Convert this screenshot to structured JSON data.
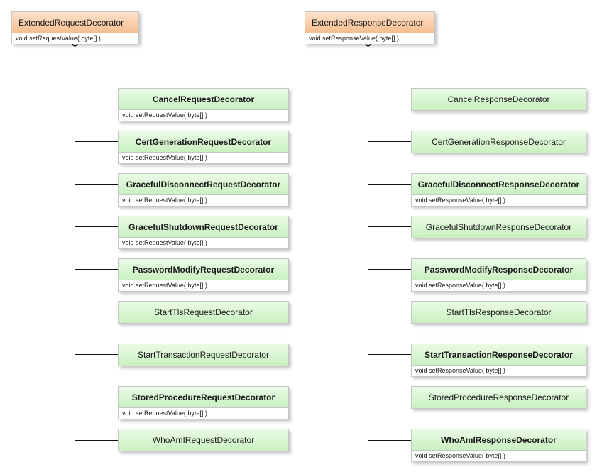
{
  "diagram": {
    "groups": [
      {
        "parent": {
          "name": "ExtendedRequestDecorator",
          "method": "void setRequestValue( byte[] )"
        },
        "children": [
          {
            "name": "CancelRequestDecorator",
            "method": "void setRequestValue( byte[] )"
          },
          {
            "name": "CertGenerationRequestDecorator",
            "method": "void setRequestValue( byte[] )"
          },
          {
            "name": "GracefulDisconnectRequestDecorator",
            "method": "void setRequestValue( byte[] )"
          },
          {
            "name": "GracefulShutdownRequestDecorator",
            "method": "void setRequestValue( byte[] )"
          },
          {
            "name": "PasswordModifyRequestDecorator",
            "method": "void setRequestValue( byte[] )"
          },
          {
            "name": "StartTlsRequestDecorator",
            "method": ""
          },
          {
            "name": "StartTransactionRequestDecorator",
            "method": ""
          },
          {
            "name": "StoredProcedureRequestDecorator",
            "method": "void setRequestValue( byte[] )"
          },
          {
            "name": "WhoAmIRequestDecorator",
            "method": ""
          }
        ]
      },
      {
        "parent": {
          "name": "ExtendedResponseDecorator",
          "method": "void setResponseValue( byte[] )"
        },
        "children": [
          {
            "name": "CancelResponseDecorator",
            "method": ""
          },
          {
            "name": "CertGenerationResponseDecorator",
            "method": ""
          },
          {
            "name": "GracefulDisconnectResponseDecorator",
            "method": "void setResponseValue( byte[] )"
          },
          {
            "name": "GracefulShutdownResponseDecorator",
            "method": ""
          },
          {
            "name": "PasswordModifyResponseDecorator",
            "method": "void setResponseValue( byte[] )"
          },
          {
            "name": "StartTlsResponseDecorator",
            "method": ""
          },
          {
            "name": "StartTransactionResponseDecorator",
            "method": "void setResponseValue( byte[] )"
          },
          {
            "name": "StoredProcedureResponseDecorator",
            "method": ""
          },
          {
            "name": "WhoAmIResponseDecorator",
            "method": "void setResponseValue( byte[] )"
          }
        ]
      }
    ]
  }
}
